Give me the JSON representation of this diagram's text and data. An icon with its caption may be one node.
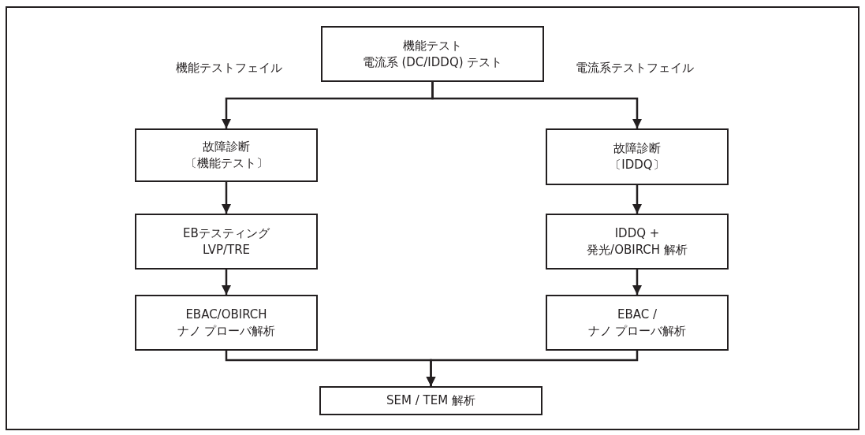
{
  "diagram": {
    "nodes": [
      {
        "text": [
          "機能テスト",
          "電流系 (DC/IDDQ) テスト"
        ]
      },
      {
        "text": [
          "故障診断",
          "〔機能テスト〕"
        ]
      },
      {
        "text": [
          "故障診断",
          "〔IDDQ〕"
        ]
      },
      {
        "text": [
          "EBテスティング",
          "LVP/TRE"
        ]
      },
      {
        "text": [
          "IDDQ +",
          "発光/OBIRCH 解析"
        ]
      },
      {
        "text": [
          "EBAC/OBIRCH",
          "ナノ プローバ解析"
        ]
      },
      {
        "text": [
          "EBAC /",
          "ナノ プローバ解析"
        ]
      },
      {
        "text": [
          "SEM / TEM 解析"
        ]
      }
    ],
    "edges": [
      {
        "from": 0,
        "to": 1,
        "arrow": "to"
      },
      {
        "from": 0,
        "to": 2,
        "arrow": "to"
      },
      {
        "from": 1,
        "to": 3,
        "arrow": "to"
      },
      {
        "from": 3,
        "to": 5,
        "arrow": "to"
      },
      {
        "from": 2,
        "to": 4,
        "arrow": "to"
      },
      {
        "from": 4,
        "to": 6,
        "arrow": "to"
      },
      {
        "from": 5,
        "to": 7,
        "arrow": "to"
      },
      {
        "from": 6,
        "to": 7,
        "arrow": "to"
      }
    ],
    "labels": [
      "機能テストフェイル",
      "電流系テストフェイル"
    ]
  }
}
